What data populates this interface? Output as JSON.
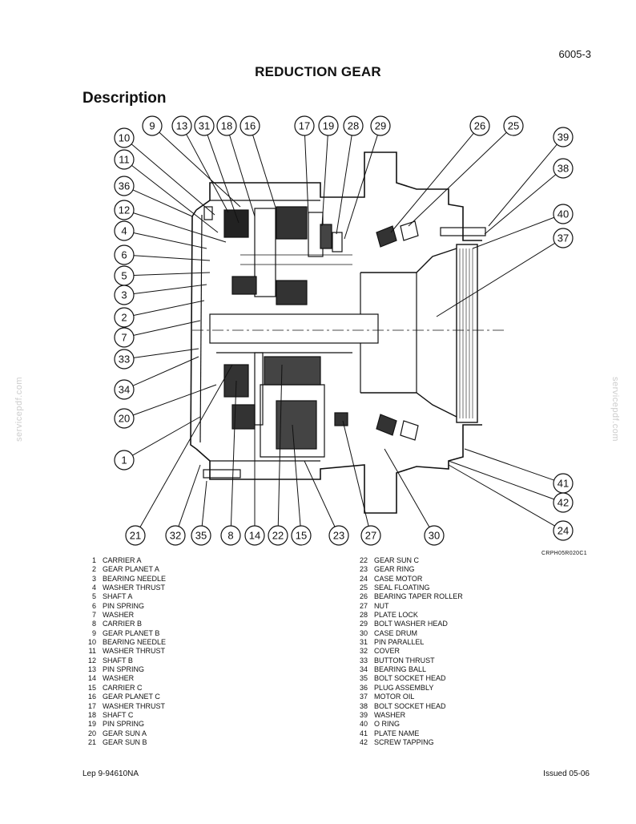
{
  "header": {
    "page_number": "6005-3",
    "title": "REDUCTION GEAR",
    "section": "Description"
  },
  "figure": {
    "code": "CRPH05R020C1",
    "callouts": [
      "9",
      "13",
      "31",
      "18",
      "16",
      "17",
      "19",
      "28",
      "29",
      "26",
      "25",
      "39",
      "38",
      "40",
      "37",
      "10",
      "11",
      "36",
      "12",
      "4",
      "6",
      "5",
      "3",
      "2",
      "7",
      "33",
      "34",
      "20",
      "1",
      "41",
      "42",
      "24",
      "21",
      "32",
      "35",
      "8",
      "14",
      "22",
      "15",
      "23",
      "27",
      "30"
    ]
  },
  "parts": {
    "left": [
      {
        "num": "1",
        "name": "CARRIER A"
      },
      {
        "num": "2",
        "name": "GEAR PLANET A"
      },
      {
        "num": "3",
        "name": "BEARING NEEDLE"
      },
      {
        "num": "4",
        "name": "WASHER THRUST"
      },
      {
        "num": "5",
        "name": "SHAFT A"
      },
      {
        "num": "6",
        "name": "PIN SPRING"
      },
      {
        "num": "7",
        "name": "WASHER"
      },
      {
        "num": "8",
        "name": "CARRIER B"
      },
      {
        "num": "9",
        "name": "GEAR PLANET B"
      },
      {
        "num": "10",
        "name": "BEARING NEEDLE"
      },
      {
        "num": "11",
        "name": "WASHER THRUST"
      },
      {
        "num": "12",
        "name": "SHAFT B"
      },
      {
        "num": "13",
        "name": "PIN SPRING"
      },
      {
        "num": "14",
        "name": "WASHER"
      },
      {
        "num": "15",
        "name": "CARRIER C"
      },
      {
        "num": "16",
        "name": "GEAR PLANET C"
      },
      {
        "num": "17",
        "name": "WASHER THRUST"
      },
      {
        "num": "18",
        "name": "SHAFT C"
      },
      {
        "num": "19",
        "name": "PIN SPRING"
      },
      {
        "num": "20",
        "name": "GEAR SUN A"
      },
      {
        "num": "21",
        "name": "GEAR SUN B"
      }
    ],
    "right": [
      {
        "num": "22",
        "name": "GEAR SUN C"
      },
      {
        "num": "23",
        "name": "GEAR RING"
      },
      {
        "num": "24",
        "name": "CASE MOTOR"
      },
      {
        "num": "25",
        "name": "SEAL FLOATING"
      },
      {
        "num": "26",
        "name": "BEARING TAPER ROLLER"
      },
      {
        "num": "27",
        "name": "NUT"
      },
      {
        "num": "28",
        "name": "PLATE LOCK"
      },
      {
        "num": "29",
        "name": "BOLT WASHER HEAD"
      },
      {
        "num": "30",
        "name": "CASE DRUM"
      },
      {
        "num": "31",
        "name": "PIN PARALLEL"
      },
      {
        "num": "32",
        "name": "COVER"
      },
      {
        "num": "33",
        "name": "BUTTON THRUST"
      },
      {
        "num": "34",
        "name": "BEARING BALL"
      },
      {
        "num": "35",
        "name": "BOLT SOCKET HEAD"
      },
      {
        "num": "36",
        "name": "PLUG ASSEMBLY"
      },
      {
        "num": "37",
        "name": "MOTOR OIL"
      },
      {
        "num": "38",
        "name": "BOLT SOCKET HEAD"
      },
      {
        "num": "39",
        "name": "WASHER"
      },
      {
        "num": "40",
        "name": "O RING"
      },
      {
        "num": "41",
        "name": "PLATE NAME"
      },
      {
        "num": "42",
        "name": "SCREW TAPPING"
      }
    ]
  },
  "footer": {
    "left": "Lep 9-94610NA",
    "right": "Issued 05-06"
  },
  "watermark": "servicepdf.com"
}
